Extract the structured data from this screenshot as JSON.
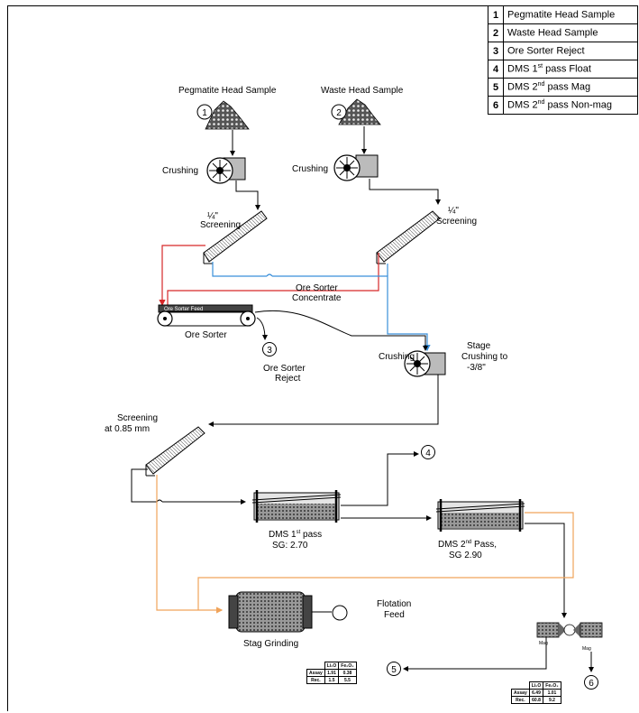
{
  "legend": [
    {
      "num": "1",
      "pre": "Pegmatite Head Sample",
      "sup": "",
      "post": ""
    },
    {
      "num": "2",
      "pre": "Waste Head Sample",
      "sup": "",
      "post": ""
    },
    {
      "num": "3",
      "pre": "Ore Sorter Reject",
      "sup": "",
      "post": ""
    },
    {
      "num": "4",
      "pre": "DMS 1",
      "sup": "st",
      "post": " pass Float"
    },
    {
      "num": "5",
      "pre": "DMS 2",
      "sup": "nd",
      "post": " pass Mag"
    },
    {
      "num": "6",
      "pre": "DMS 2",
      "sup": "nd",
      "post": " pass Non-mag"
    }
  ],
  "labels": {
    "pegmatite_head_sample": "Pegmatite Head Sample",
    "waste_head_sample": "Waste Head Sample",
    "crushing": "Crushing",
    "quarter_inch": "¼\"",
    "screening": "Screening",
    "ore_sorter_concentrate_1": "Ore Sorter",
    "ore_sorter_concentrate_2": "Concentrate",
    "ore_sorter": "Ore Sorter",
    "ore_sorter_reject_1": "Ore Sorter",
    "ore_sorter_reject_2": "Reject",
    "stage_crushing_1": "Stage",
    "stage_crushing_2": "Crushing to",
    "stage_crushing_3": "-3/8\"",
    "screening_085_1": "Screening",
    "screening_085_2": "at 0.85 mm",
    "dms1_1": "DMS 1",
    "dms1_sup": "st",
    "dms1_2": " pass",
    "dms1_sg": "SG: 2.70",
    "dms2_1": "DMS 2",
    "dms2_sup": "nd",
    "dms2_2": " Pass,",
    "dms2_sg": "SG 2.90",
    "flotation_feed_1": "Flotation",
    "flotation_feed_2": "Feed",
    "stag_grinding": "Stag Grinding",
    "mag": "Mag",
    "non_mag": "Mag"
  },
  "markers": {
    "m1": "1",
    "m2": "2",
    "m3": "3",
    "m4": "4",
    "m5": "5",
    "m6": "6"
  },
  "assay_left": {
    "h1": "Li₂O",
    "h2": "Fe₂O₃",
    "r1": "Assay",
    "r1a": "1.91",
    "r1b": "0.38",
    "r2": "Rec.",
    "r2a": "1.5",
    "r2b": "5.5"
  },
  "assay_right": {
    "h1": "Li₂O",
    "h2": "Fe₂O₃",
    "r1": "Assay",
    "r1a": "6.49",
    "r1b": "1.01",
    "r2": "Rec.",
    "r2a": "60.8",
    "r2b": "9.2"
  },
  "colors": {
    "red": "#d62728",
    "blue": "#3a8fd9",
    "orange": "#f0a35a",
    "line": "#000000"
  }
}
